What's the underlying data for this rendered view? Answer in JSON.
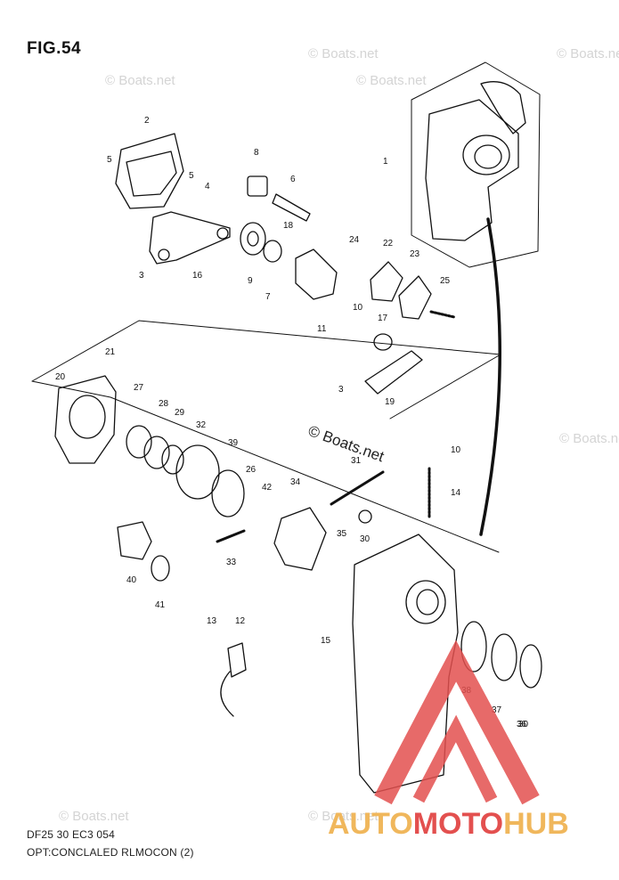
{
  "figure": {
    "title": "FIG.54"
  },
  "watermarks": [
    "© Boats.net",
    "© Boats.net",
    "© Boats.net",
    "© Boats.net",
    "© Boats.net",
    "© Boats.net",
    "© Boats.net"
  ],
  "center_watermark": "© Boats.net",
  "caption": {
    "line1": "DF25 30 EC3  054",
    "line2": "OPT:CONCLALED RLMOCON (2)"
  },
  "brand": {
    "part1": "AUTO",
    "part2": "MOTO",
    "part3": "HUB"
  },
  "part_labels": [
    "1",
    "2",
    "3",
    "3",
    "4",
    "5",
    "5",
    "6",
    "7",
    "8",
    "9",
    "10",
    "10",
    "11",
    "12",
    "13",
    "14",
    "15",
    "16",
    "17",
    "18",
    "19",
    "20",
    "21",
    "22",
    "23",
    "24",
    "25",
    "26",
    "27",
    "28",
    "29",
    "30",
    "30",
    "31",
    "32",
    "33",
    "34",
    "35",
    "36",
    "37",
    "38",
    "39",
    "40",
    "41",
    "42"
  ],
  "colors": {
    "line": "#111111",
    "logo_red": "#e3504f",
    "logo_gold": "#f0b75c",
    "watermark": "#d4d4d4"
  }
}
